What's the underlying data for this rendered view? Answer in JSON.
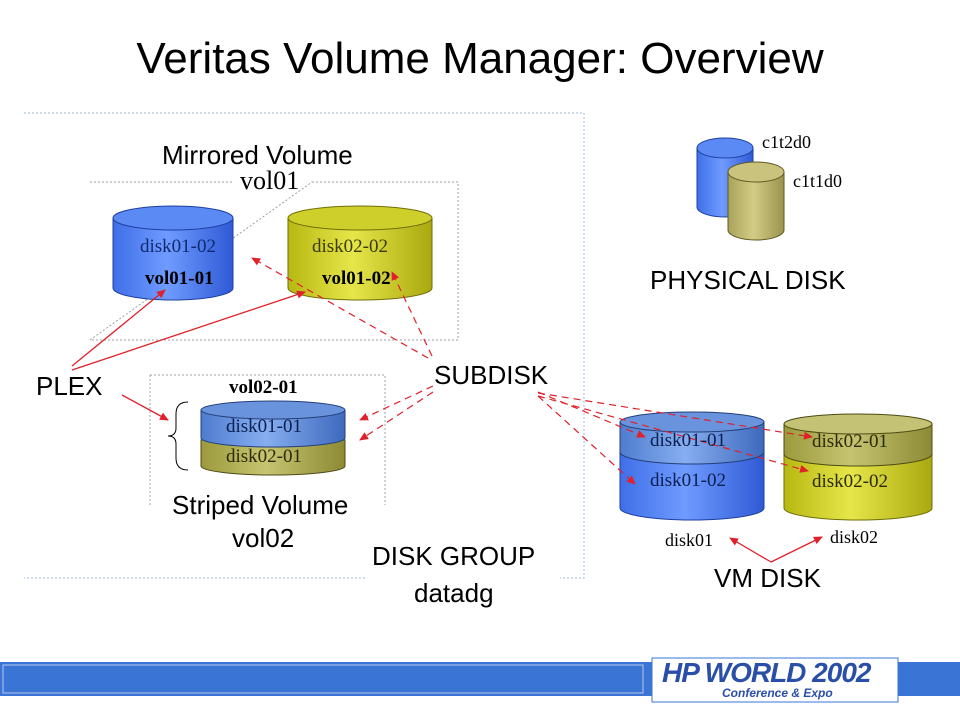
{
  "title": "Veritas Volume Manager: Overview",
  "disk_group": {
    "heading_line1": "DISK GROUP",
    "heading_line2": "datadg"
  },
  "mirrored_volume": {
    "heading": "Mirrored Volume",
    "volume_name": "vol01",
    "plexes": [
      {
        "subdisk": "disk01-02",
        "plex": "vol01-01"
      },
      {
        "subdisk": "disk02-02",
        "plex": "vol01-02"
      }
    ]
  },
  "striped_volume": {
    "heading_line1": "Striped Volume",
    "heading_line2": "vol02",
    "plex": "vol02-01",
    "subdisks": [
      "disk01-01",
      "disk02-01"
    ]
  },
  "callouts": {
    "plex": "PLEX",
    "subdisk": "SUBDISK"
  },
  "physical_disk": {
    "heading": "PHYSICAL DISK",
    "devices": [
      "c1t2d0",
      "c1t1d0"
    ]
  },
  "vm_disk": {
    "heading": "VM DISK",
    "disks": [
      {
        "name": "disk01",
        "subdisks": [
          "disk01-01",
          "disk01-02"
        ]
      },
      {
        "name": "disk02",
        "subdisks": [
          "disk02-01",
          "disk02-02"
        ]
      }
    ]
  },
  "footer": {
    "logo_line1": "HP WORLD 2002",
    "logo_line2": "Conference & Expo"
  },
  "colors": {
    "blue_disk": "#4f7ff7",
    "yellow_disk": "#c9c92a",
    "khaki_disk": "#b8b26c",
    "arrow_red": "#e0202a",
    "footer_blue": "#3a74d4"
  }
}
